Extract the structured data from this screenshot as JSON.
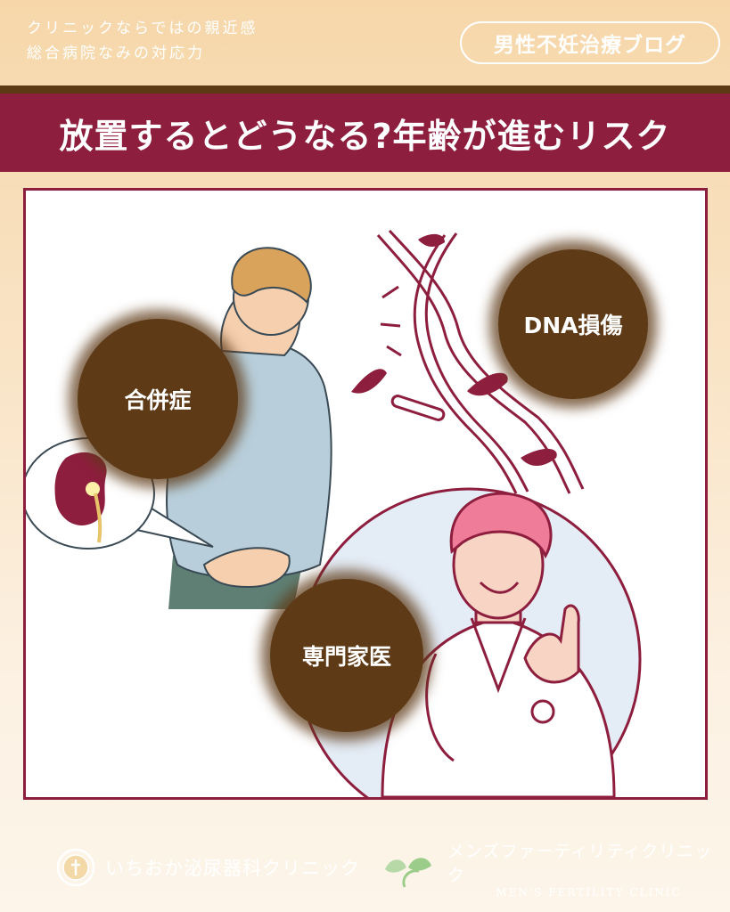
{
  "header": {
    "tagline_line1": "クリニックならではの親近感",
    "tagline_line2": "総合病院なみの対応力",
    "blog_label": "男性不妊治療ブログ"
  },
  "title": "放置するとどうなる?年齢が進むリスク",
  "bubbles": {
    "complication": "合併症",
    "dna": "DNA損傷",
    "specialist": "専門家医"
  },
  "footer": {
    "clinic1": "いちおか泌尿器科クリニック",
    "clinic2_jp": "メンズファーティリティクリニック",
    "clinic2_en": "MEN'S FERTILITY CLINIC"
  },
  "colors": {
    "accent": "#8e1e3e",
    "brown": "#5e3a17",
    "header_bg": "#f7d7aa"
  }
}
